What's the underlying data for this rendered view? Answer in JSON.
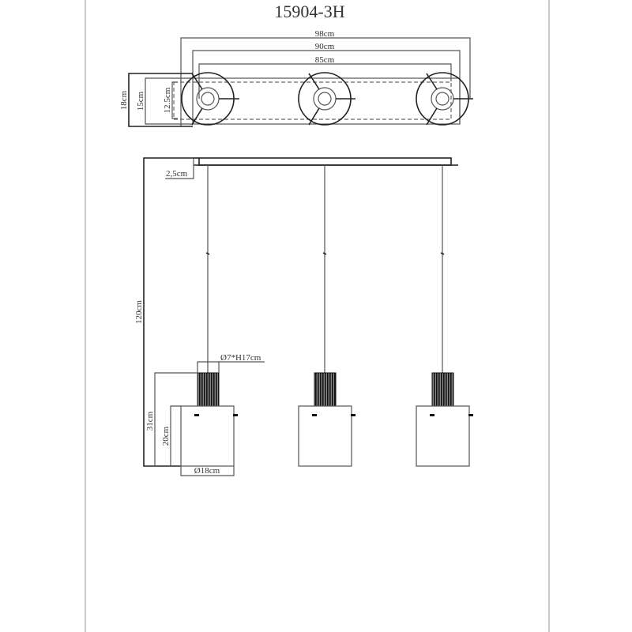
{
  "title": "15904-3H",
  "top_view": {
    "width_overall": "98cm",
    "width_canopy": "90cm",
    "width_centers": "85cm",
    "depth_overall": "18cm",
    "depth_canopy": "15cm",
    "depth_inner": "12.5cm"
  },
  "front_view": {
    "canopy_height": "2,5cm",
    "total_height": "120cm",
    "socket_size": "Ø7*H17cm",
    "lamp_height": "31cm",
    "shade_height": "20cm",
    "shade_diameter": "Ø18cm"
  }
}
